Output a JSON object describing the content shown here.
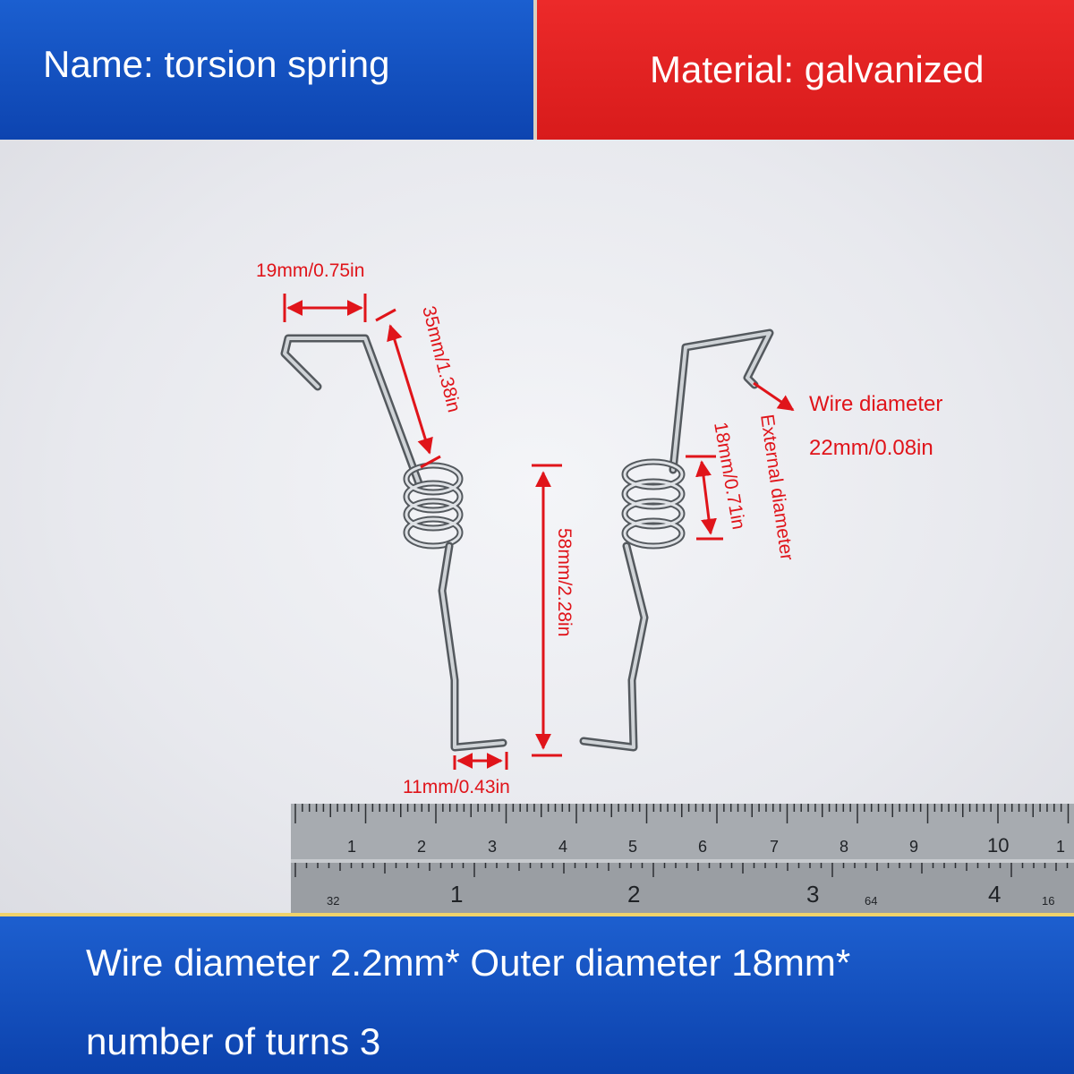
{
  "banner": {
    "name": "Name: torsion spring",
    "material": "Material: galvanized"
  },
  "annotations": {
    "leg_width": "19mm/0.75in",
    "arm_length": "35mm/1.38in",
    "total_height": "58mm/2.28in",
    "foot_length": "11mm/0.43in",
    "external_diameter_value": "18mm/0.71in",
    "external_diameter_label": "External diameter",
    "wire_diameter_label": "Wire diameter",
    "wire_diameter_value": "22mm/0.08in"
  },
  "ruler": {
    "cm_labels": [
      "1",
      "2",
      "3",
      "4",
      "5",
      "6",
      "7",
      "8",
      "9",
      "10",
      "1"
    ],
    "inch_labels": [
      "1",
      "2",
      "3",
      "4"
    ],
    "small_labels": [
      "32",
      "64",
      "16"
    ]
  },
  "spec": {
    "line1": "Wire diameter 2.2mm* Outer diameter 18mm*",
    "line2": "number of turns 3"
  },
  "colors": {
    "blue": "#1454c4",
    "red": "#e02020",
    "annotation_red": "#e0141a"
  }
}
